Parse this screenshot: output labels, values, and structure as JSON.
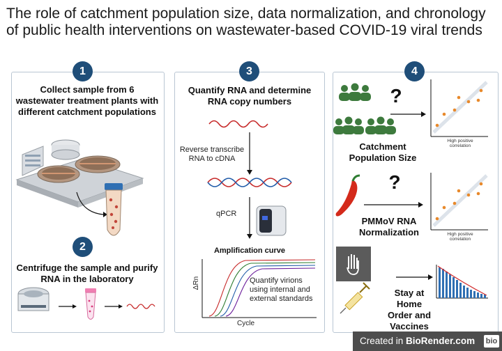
{
  "title": "The role of catchment population size, data normalization, and chronology of public health interventions on wastewater-based COVID-19 viral trends",
  "colors": {
    "badge": "#1f4e79",
    "panel_border": "#b9c6d3",
    "people": "#3d7a3d",
    "dots": "#e8892b",
    "pepper": "#d42a1b"
  },
  "panel1": {
    "step1_number": "1",
    "step1_text": "Collect sample from 6 wastewater treatment plants with different catchment populations",
    "step2_number": "2",
    "step2_text": "Centrifuge the sample and purify RNA in the laboratory"
  },
  "panel3": {
    "number": "3",
    "heading": "Quantify RNA and determine RNA copy numbers",
    "reverse_label": "Reverse transcribe RNA to cDNA",
    "qpcr_label": "qPCR",
    "amp_title": "Amplification curve",
    "y_axis": "ΔRn",
    "x_axis": "Cycle",
    "note": "Quantify virions using internal and external standards"
  },
  "panel4": {
    "number": "4",
    "q1": "?",
    "catchment_label": "Catchment Population Size",
    "corr1": "High positive correlation",
    "q2": "?",
    "pmmov_label": "PMMoV RNA Normalization",
    "corr2": "High positive correlation",
    "stay_label": "Stay at Home Order and Vaccines"
  },
  "footer": {
    "prefix": "Created in ",
    "brand": "BioRender.com",
    "logo": "bio"
  },
  "icons": [
    "wastewater-plant-icon",
    "sample-tube-icon",
    "centrifuge-icon",
    "microtube-icon",
    "rna-strand-icon",
    "dna-helix-icon",
    "qpcr-machine-icon",
    "people-group-icon",
    "pepper-icon",
    "hand-icon",
    "syringe-icon"
  ]
}
